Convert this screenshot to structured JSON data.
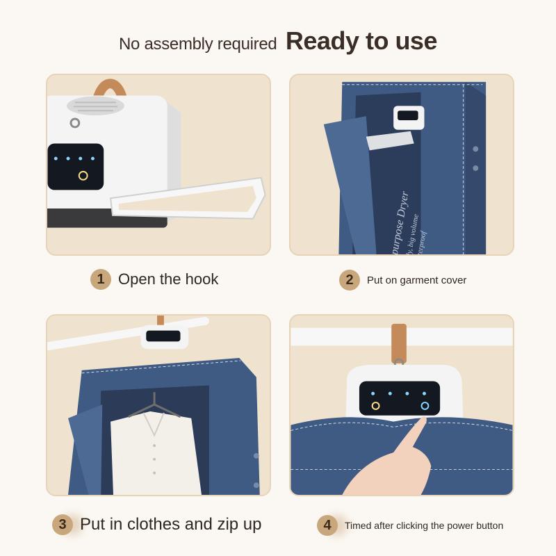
{
  "header": {
    "small": "No assembly required",
    "big": "Ready to use"
  },
  "steps": [
    {
      "num": "1",
      "label": "Open the hook"
    },
    {
      "num": "2",
      "label": "Put on garment cover"
    },
    {
      "num": "3",
      "label": "Put in clothes and zip up"
    },
    {
      "num": "4",
      "label": "Timed after clicking the power button"
    }
  ],
  "cover_print": [
    "purpose Dryer",
    "dy, big volume",
    "aterproof"
  ],
  "colors": {
    "background": "#fbf8f3",
    "panel": "#efe3d0",
    "panel_border": "#e7d3b8",
    "navy": "#3f5a83",
    "badge": "#c9a77c",
    "strap": "#c48a5a"
  }
}
